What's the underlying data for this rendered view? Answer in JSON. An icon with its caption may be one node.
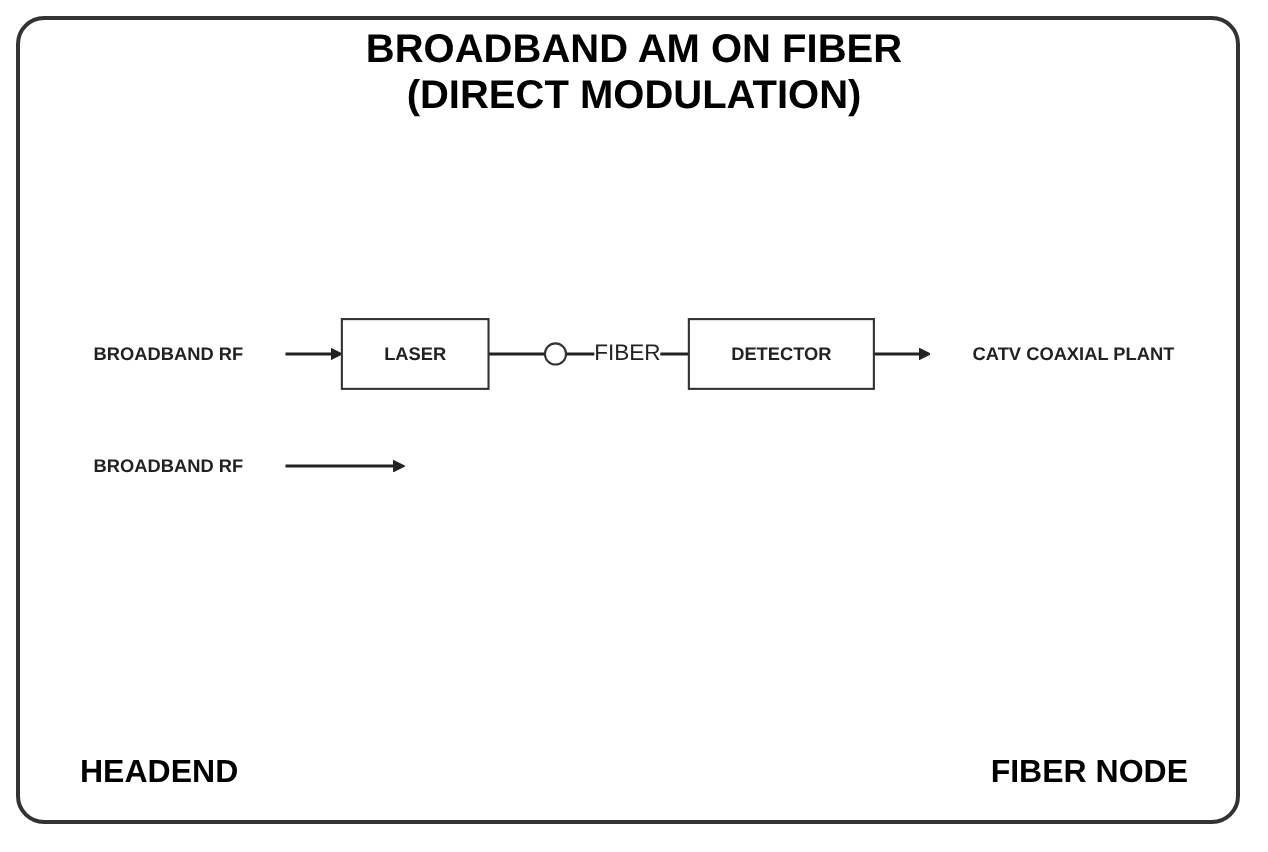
{
  "diagram": {
    "title": "BROADBAND AM ON FIBER (DIRECT MODULATION)",
    "nodes": [
      {
        "text": [
          "LASER"
        ]
      },
      {
        "text": [],
        "shape": "circle"
      },
      {
        "text": [
          "DETECTOR"
        ]
      },
      {
        "text": [
          "BROADBAND RF"
        ]
      },
      {
        "text": [
          "BROADBAND RF"
        ]
      },
      {
        "text": [
          "CATV COAXIAL PLANT"
        ]
      }
    ],
    "edges": [
      {
        "from": 0,
        "to": 1,
        "arrow": "none"
      },
      {
        "from": 1,
        "to": 2,
        "arrow": "none",
        "label": "FIBER"
      },
      {
        "from": 2,
        "to": 5,
        "arrow": "to"
      },
      {
        "from": 3,
        "to": 0,
        "arrow": "to"
      },
      {
        "from": 4,
        "to": null,
        "arrow": "to"
      }
    ],
    "labels": [
      "HEADEND",
      "FIBER NODE"
    ]
  }
}
